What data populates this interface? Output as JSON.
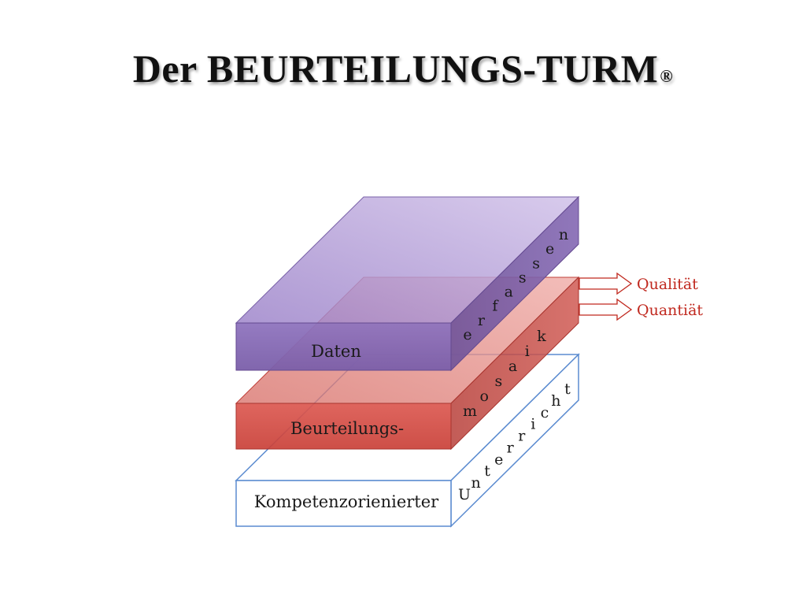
{
  "title": {
    "text": "Der BEURTEILUNGS-TURM",
    "mark": "®"
  },
  "layers": {
    "top": {
      "label": "Daten",
      "side_text": "erfassen",
      "color": "#8e72be"
    },
    "middle": {
      "label": "Beurteilungs-",
      "side_text": "mosaik",
      "color": "#d8504a"
    },
    "bottom": {
      "label": "Kompetenzorienierter",
      "side_text": "Unterricht",
      "color": "#ffffff"
    }
  },
  "outputs": [
    {
      "label": "Qualität",
      "color": "#c0281e"
    },
    {
      "label": "Quantiät",
      "color": "#c0281e"
    }
  ]
}
